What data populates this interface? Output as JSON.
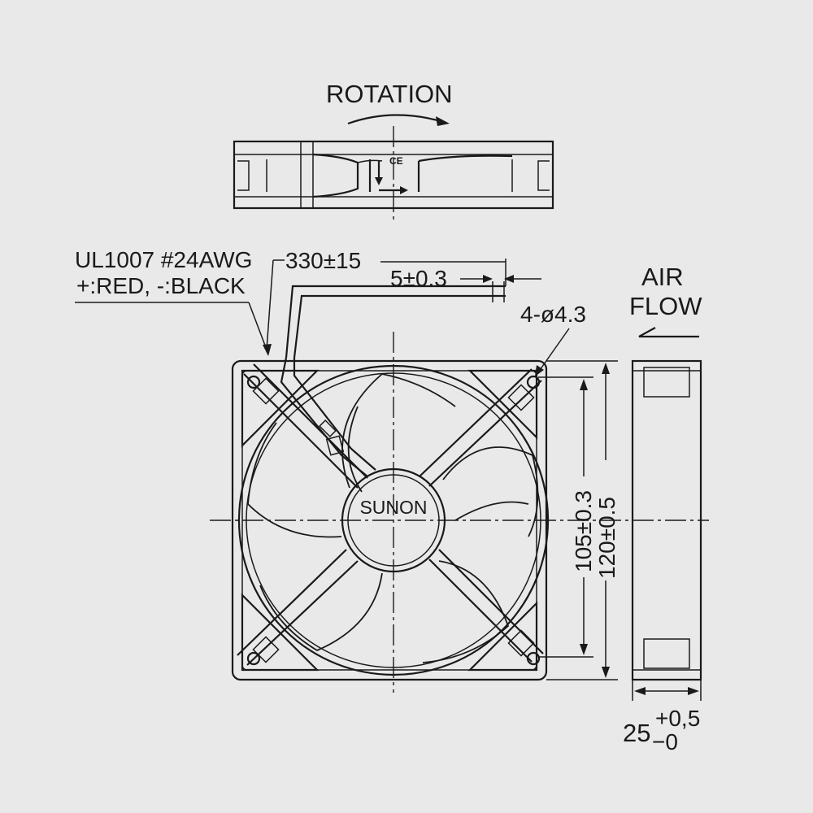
{
  "labels": {
    "rotation": "ROTATION",
    "wire_spec": "UL1007 #24AWG",
    "wire_colors": "+:RED, -:BLACK",
    "lead_length": "330±15",
    "strip_length": "5±0.3",
    "holes": "4-ø4.3",
    "air": "AIR",
    "flow": "FLOW",
    "brand": "SUNON",
    "hole_pitch": "105±0.3",
    "frame_size": "120±0.5",
    "thickness": "25",
    "tol_plus": "+0,5",
    "tol_minus": "−0",
    "ce_mark": "CE"
  },
  "colors": {
    "background": "#e9e9e9",
    "ink": "#1a1a1a"
  }
}
